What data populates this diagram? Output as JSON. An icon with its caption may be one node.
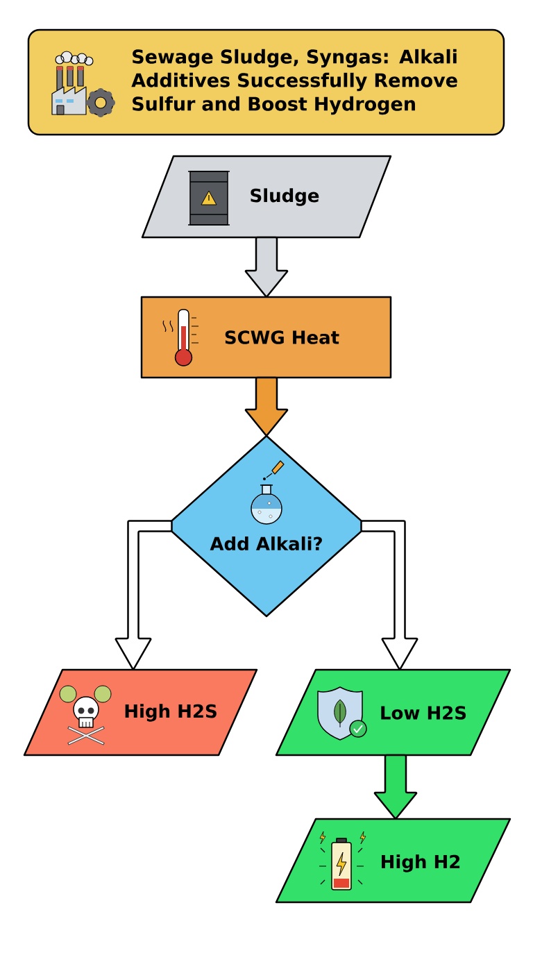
{
  "diagram": {
    "title": "Sewage Sludge, Syngas: Alkali Additives Successfully Remove Sulfur and Boost Hydrogen",
    "nodes": [
      {
        "text": [
          "Sludge"
        ]
      },
      {
        "text": [
          "SCWG Heat"
        ]
      },
      {
        "text": [
          "Add Alkali?"
        ]
      },
      {
        "text": [
          "High H2S"
        ]
      },
      {
        "text": [
          "Low H2S"
        ]
      },
      {
        "text": [
          "High H2"
        ]
      }
    ],
    "edges": [
      {
        "from": 0,
        "to": 1,
        "arrow": "to",
        "color": "#d5d8dc"
      },
      {
        "from": 1,
        "to": 2,
        "arrow": "to",
        "color": "#ec9a36"
      },
      {
        "from": 2,
        "to": 3,
        "arrow": "to"
      },
      {
        "from": 2,
        "to": 4,
        "arrow": "to"
      },
      {
        "from": 4,
        "to": 5,
        "arrow": "to",
        "color": "#2fdc62"
      }
    ]
  }
}
